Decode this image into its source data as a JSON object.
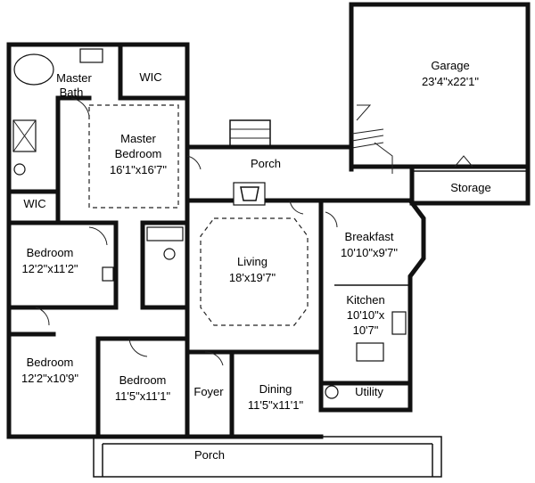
{
  "plan": {
    "rooms": {
      "garage": {
        "name": "Garage",
        "dims": "23'4\"x22'1\""
      },
      "storage": {
        "name": "Storage"
      },
      "master_bath": {
        "name_line1": "Master",
        "name_line2": "Bath"
      },
      "wic_master": {
        "name": "WIC"
      },
      "master_bedroom": {
        "name_line1": "Master",
        "name_line2": "Bedroom",
        "dims": "16'1\"x16'7\""
      },
      "porch_back": {
        "name": "Porch"
      },
      "wic_small": {
        "name": "WIC"
      },
      "bedroom_2": {
        "name": "Bedroom",
        "dims": "12'2\"x11'2\""
      },
      "living": {
        "name": "Living",
        "dims": "18'x19'7\""
      },
      "breakfast": {
        "name": "Breakfast",
        "dims": "10'10\"x9'7\""
      },
      "kitchen": {
        "name": "Kitchen",
        "dims_line1": "10'10\"x",
        "dims_line2": "10'7\""
      },
      "bedroom_3": {
        "name": "Bedroom",
        "dims": "12'2\"x10'9\""
      },
      "bedroom_4": {
        "name": "Bedroom",
        "dims": "11'5\"x11'1\""
      },
      "foyer": {
        "name": "Foyer"
      },
      "dining": {
        "name": "Dining",
        "dims": "11'5\"x11'1\""
      },
      "utility": {
        "name": "Utility"
      },
      "porch_front": {
        "name": "Porch"
      }
    }
  }
}
